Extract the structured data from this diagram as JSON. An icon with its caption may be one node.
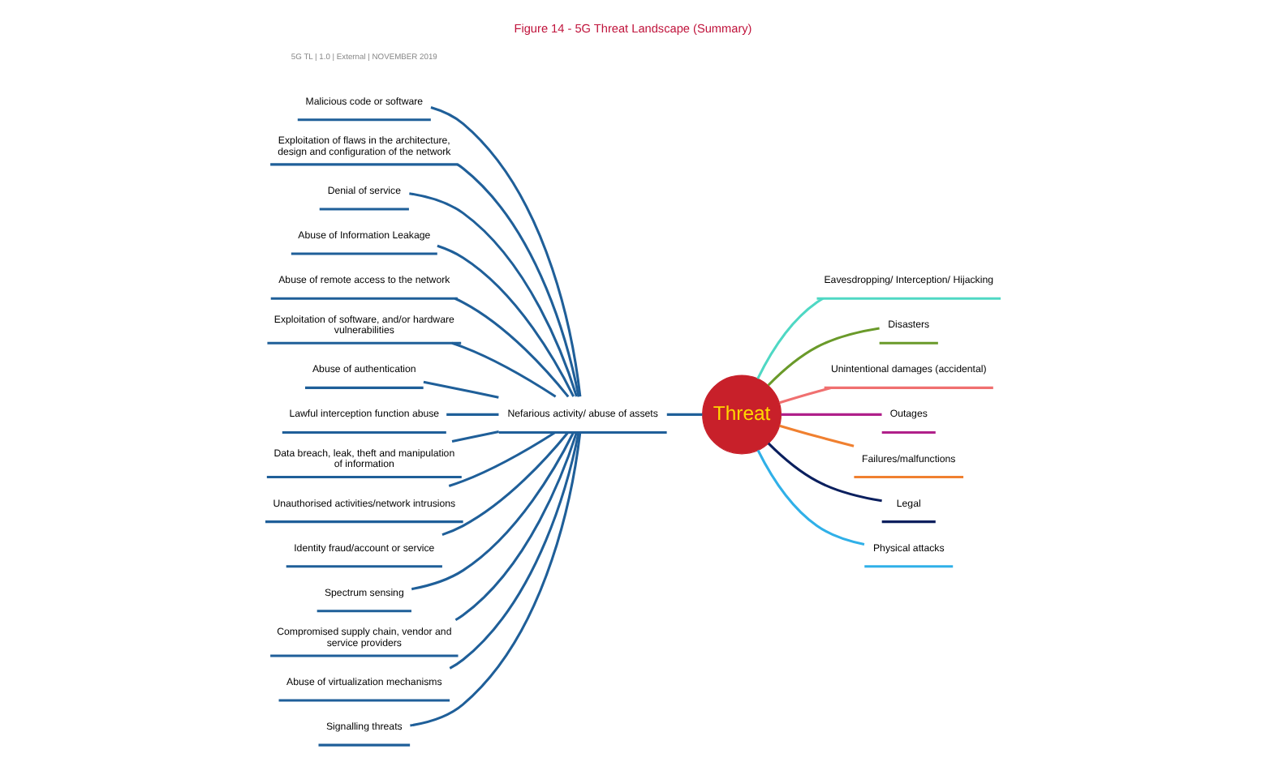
{
  "diagram": {
    "title": "Figure 14 - 5G Threat Landscape (Summary)",
    "nodes": [
      {
        "text": [
          "Threat"
        ]
      },
      {
        "text": [
          "Nefarious activity/ abuse of assets"
        ]
      },
      {
        "text": [
          "Malicious code or software"
        ]
      },
      {
        "text": [
          "Exploitation of flaws in the architecture, design and configuration of the network"
        ]
      },
      {
        "text": [
          "Denial of service"
        ]
      },
      {
        "text": [
          "Abuse of Information Leakage"
        ]
      },
      {
        "text": [
          "Abuse of remote access to the network"
        ]
      },
      {
        "text": [
          "Exploitation of software, and/or hardware vulnerabilities"
        ]
      },
      {
        "text": [
          "Abuse of authentication"
        ]
      },
      {
        "text": [
          "Lawful interception function abuse"
        ]
      },
      {
        "text": [
          "Data breach, leak, theft and manipulation of information"
        ]
      },
      {
        "text": [
          "Unauthorised activities/network intrusions"
        ]
      },
      {
        "text": [
          "Identity fraud/account or service"
        ]
      },
      {
        "text": [
          "Spectrum sensing"
        ]
      },
      {
        "text": [
          "Compromised supply chain, vendor and service providers"
        ]
      },
      {
        "text": [
          "Abuse of virtualization mechanisms"
        ]
      },
      {
        "text": [
          "Signalling threats"
        ]
      },
      {
        "text": [
          "Eavesdropping/ Interception/ Hijacking"
        ]
      },
      {
        "text": [
          "Disasters"
        ]
      },
      {
        "text": [
          "Unintentional damages (accidental)"
        ]
      },
      {
        "text": [
          "Outages"
        ]
      },
      {
        "text": [
          "Failures/malfunctions"
        ]
      },
      {
        "text": [
          "Legal"
        ]
      },
      {
        "text": [
          "Physical attacks"
        ]
      }
    ],
    "edges": [
      {
        "from": 1,
        "to": 0,
        "arrow": "none"
      },
      {
        "from": 2,
        "to": 1,
        "arrow": "none"
      },
      {
        "from": 3,
        "to": 1,
        "arrow": "none"
      },
      {
        "from": 4,
        "to": 1,
        "arrow": "none"
      },
      {
        "from": 5,
        "to": 1,
        "arrow": "none"
      },
      {
        "from": 6,
        "to": 1,
        "arrow": "none"
      },
      {
        "from": 7,
        "to": 1,
        "arrow": "none"
      },
      {
        "from": 8,
        "to": 1,
        "arrow": "none"
      },
      {
        "from": 9,
        "to": 1,
        "arrow": "none"
      },
      {
        "from": 10,
        "to": 1,
        "arrow": "none"
      },
      {
        "from": 11,
        "to": 1,
        "arrow": "none"
      },
      {
        "from": 12,
        "to": 1,
        "arrow": "none"
      },
      {
        "from": 13,
        "to": 1,
        "arrow": "none"
      },
      {
        "from": 14,
        "to": 1,
        "arrow": "none"
      },
      {
        "from": 15,
        "to": 1,
        "arrow": "none"
      },
      {
        "from": 16,
        "to": 1,
        "arrow": "none"
      },
      {
        "from": 0,
        "to": 17,
        "arrow": "none",
        "color": "#4fd8c4"
      },
      {
        "from": 0,
        "to": 18,
        "arrow": "none",
        "color": "#6a9a2a"
      },
      {
        "from": 0,
        "to": 19,
        "arrow": "none",
        "color": "#f07070"
      },
      {
        "from": 0,
        "to": 20,
        "arrow": "none",
        "color": "#b0208a"
      },
      {
        "from": 0,
        "to": 21,
        "arrow": "none",
        "color": "#f08030"
      },
      {
        "from": 0,
        "to": 22,
        "arrow": "none",
        "color": "#0a1f5e"
      },
      {
        "from": 0,
        "to": 23,
        "arrow": "none",
        "color": "#30b0e8"
      }
    ],
    "labels": [
      "5G TL | 1.0 | External | NOVEMBER 2019"
    ]
  }
}
